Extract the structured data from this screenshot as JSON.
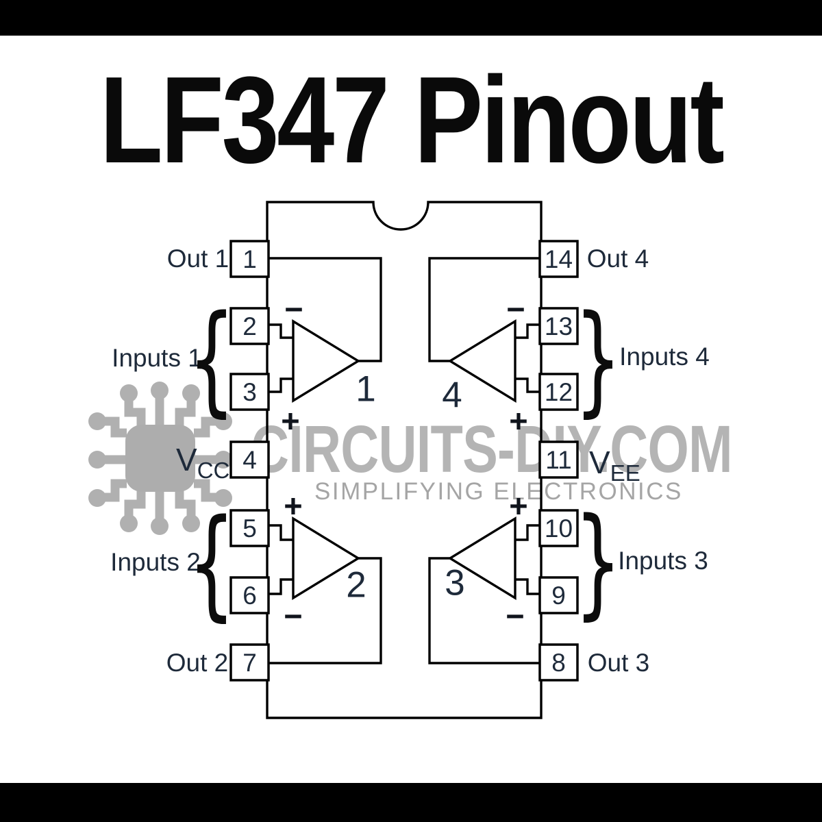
{
  "title": "LF347 Pinout",
  "watermark": {
    "brand": "CIRCUITS-DIY.COM",
    "tagline": "SIMPLIFYING ELECTRONICS",
    "logo": "microchip-icon"
  },
  "pins": {
    "p1": "1",
    "p2": "2",
    "p3": "3",
    "p4": "4",
    "p5": "5",
    "p6": "6",
    "p7": "7",
    "p8": "8",
    "p9": "9",
    "p10": "10",
    "p11": "11",
    "p12": "12",
    "p13": "13",
    "p14": "14"
  },
  "labels": {
    "out1": "Out 1",
    "inputs1": "Inputs 1",
    "vcc_main": "V",
    "vcc_sub": "CC",
    "inputs2": "Inputs 2",
    "out2": "Out 2",
    "out4": "Out 4",
    "inputs4": "Inputs 4",
    "vee_main": "V",
    "vee_sub": "EE",
    "inputs3": "Inputs 3",
    "out3": "Out 3"
  },
  "opamps": {
    "a1": "1",
    "a2": "2",
    "a3": "3",
    "a4": "4"
  },
  "signs": {
    "plus": "+",
    "minus": "−"
  },
  "braces": {
    "left": "{",
    "right": "}"
  },
  "colors": {
    "ink": "#1e2a3a",
    "line": "#000000",
    "watermark_gray": "#b3b3b3",
    "background": "#ffffff"
  }
}
